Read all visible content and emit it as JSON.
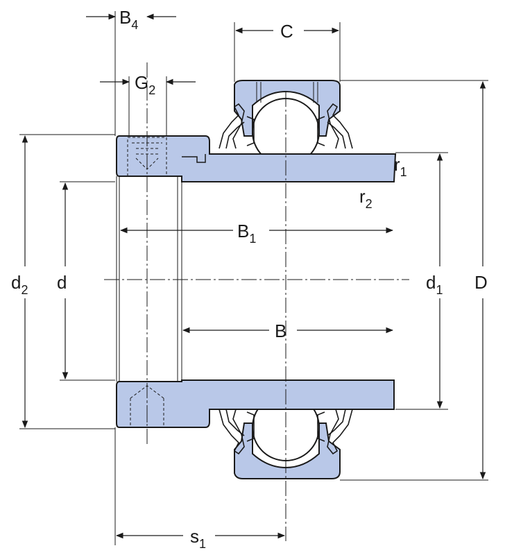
{
  "labels": {
    "B4": {
      "main": "B",
      "sub": "4"
    },
    "G2": {
      "main": "G",
      "sub": "2"
    },
    "C": {
      "main": "C"
    },
    "r1": {
      "main": "r",
      "sub": "1"
    },
    "r2": {
      "main": "r",
      "sub": "2"
    },
    "B1": {
      "main": "B",
      "sub": "1"
    },
    "d2": {
      "main": "d",
      "sub": "2"
    },
    "d": {
      "main": "d"
    },
    "d1": {
      "main": "d",
      "sub": "1"
    },
    "D": {
      "main": "D"
    },
    "B": {
      "main": "B"
    },
    "s1": {
      "main": "s",
      "sub": "1"
    }
  },
  "colors": {
    "part_fill": "#b9c8e8",
    "line": "#1a1a1a",
    "background": "#ffffff"
  }
}
